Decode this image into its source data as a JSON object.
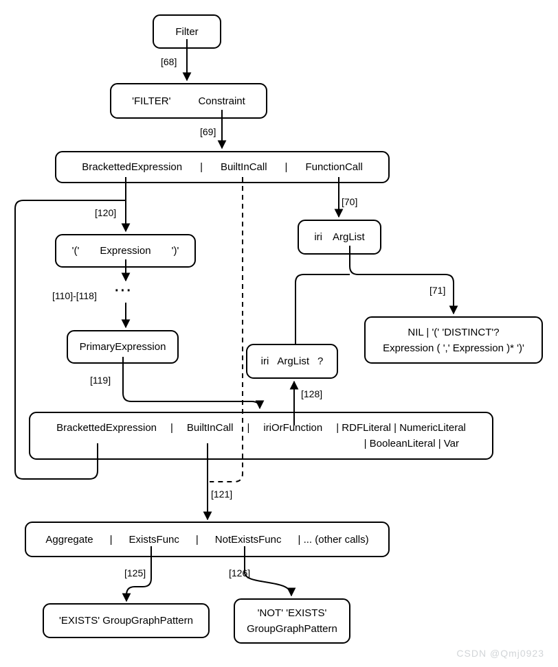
{
  "diagram": {
    "nodes": {
      "filter": {
        "label": "Filter"
      },
      "filter_rule": {
        "kw": "'FILTER'",
        "arg": "Constraint"
      },
      "constraint_alts": {
        "a": "BrackettedExpression",
        "p1": "|",
        "b": "BuiltInCall",
        "p2": "|",
        "c": "FunctionCall"
      },
      "bracketted_expression": {
        "open": "'('",
        "expr": "Expression",
        "close": "')'"
      },
      "primary_expression": {
        "label": "PrimaryExpression"
      },
      "iri_arglist": {
        "iri": "iri",
        "arglist": "ArgList"
      },
      "arglist_rule": {
        "line1": "NIL | '(' 'DISTINCT'?",
        "line2": "Expression ( ',' Expression )* ')'"
      },
      "iri_arglist_opt": {
        "iri": "iri",
        "arglist": "ArgList",
        "opt": "?"
      },
      "primary_alts": {
        "a": "BrackettedExpression",
        "p1": "|",
        "b": "BuiltInCall",
        "p2": "|",
        "c": "iriOrFunction",
        "rest": "| RDFLiteral | NumericLiteral",
        "line2": "| BooleanLiteral | Var"
      },
      "builtincall_alts": {
        "a": "Aggregate",
        "p1": "|",
        "b": "ExistsFunc",
        "p2": "|",
        "c": "NotExistsFunc",
        "rest": "| ... (other calls)"
      },
      "exists_func": {
        "label": "'EXISTS' GroupGraphPattern"
      },
      "not_exists_func": {
        "line1": "'NOT' 'EXISTS'",
        "line2": "GroupGraphPattern"
      }
    },
    "edge_labels": {
      "r68": "[68]",
      "r69": "[69]",
      "r70": "[70]",
      "r71": "[71]",
      "r110_118": "[110]-[118]",
      "ellipsis": "···",
      "r119": "[119]",
      "r120": "[120]",
      "r121": "[121]",
      "r125": "[125]",
      "r126": "[126]",
      "r128": "[128]"
    },
    "colors": {
      "stroke": "#000000",
      "background": "#ffffff",
      "watermark": "#d2d5d8"
    }
  },
  "watermark": {
    "text": "CSDN @Qmj0923"
  }
}
